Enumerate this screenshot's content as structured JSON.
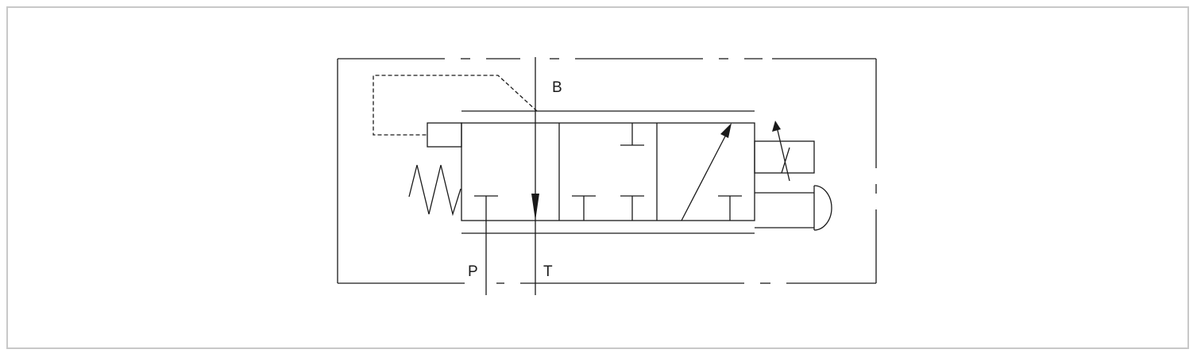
{
  "diagram": {
    "ports": {
      "b": "B",
      "p": "P",
      "t": "T"
    },
    "colors": {
      "line": "#1a1a1a",
      "frame": "#c8c8c8",
      "background": "#ffffff"
    }
  }
}
